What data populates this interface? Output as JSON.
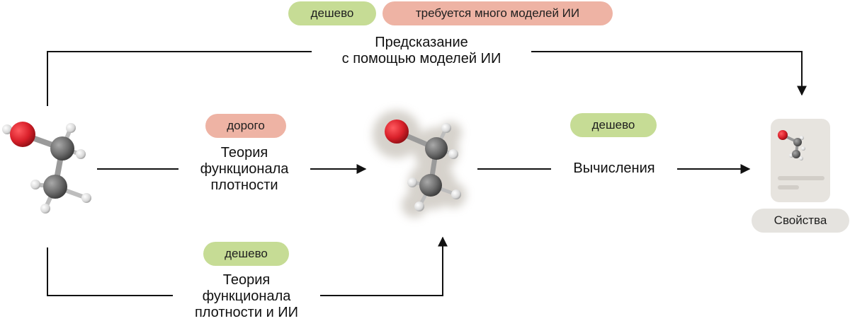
{
  "colors": {
    "cheap": "#c6dc95",
    "expensive": "#eeb3a4",
    "neutral": "#e5e3df",
    "oxygen": "#d9202a",
    "carbon": "#6b6b6b",
    "hydrogen": "#d7d7d7",
    "arrow": "#111111"
  },
  "top_path": {
    "badge_cost": "дешево",
    "badge_models": "требуется много моделей ИИ",
    "label_line1": "Предсказание",
    "label_line2": "с помощью моделей ИИ"
  },
  "middle_path": {
    "badge_cost": "дорого",
    "label_line1": "Теория",
    "label_line2": "функционала",
    "label_line3": "плотности"
  },
  "bottom_path": {
    "badge_cost": "дешево",
    "label_line1": "Теория",
    "label_line2": "функционала",
    "label_line3": "плотности и ИИ"
  },
  "compute_path": {
    "badge_cost": "дешево",
    "label": "Вычисления"
  },
  "properties": {
    "label": "Свойства"
  },
  "icons": {
    "input_molecule": "ethanol-molecule-icon",
    "density_molecule": "electron-density-molecule-icon",
    "properties_card": "properties-document-icon"
  }
}
